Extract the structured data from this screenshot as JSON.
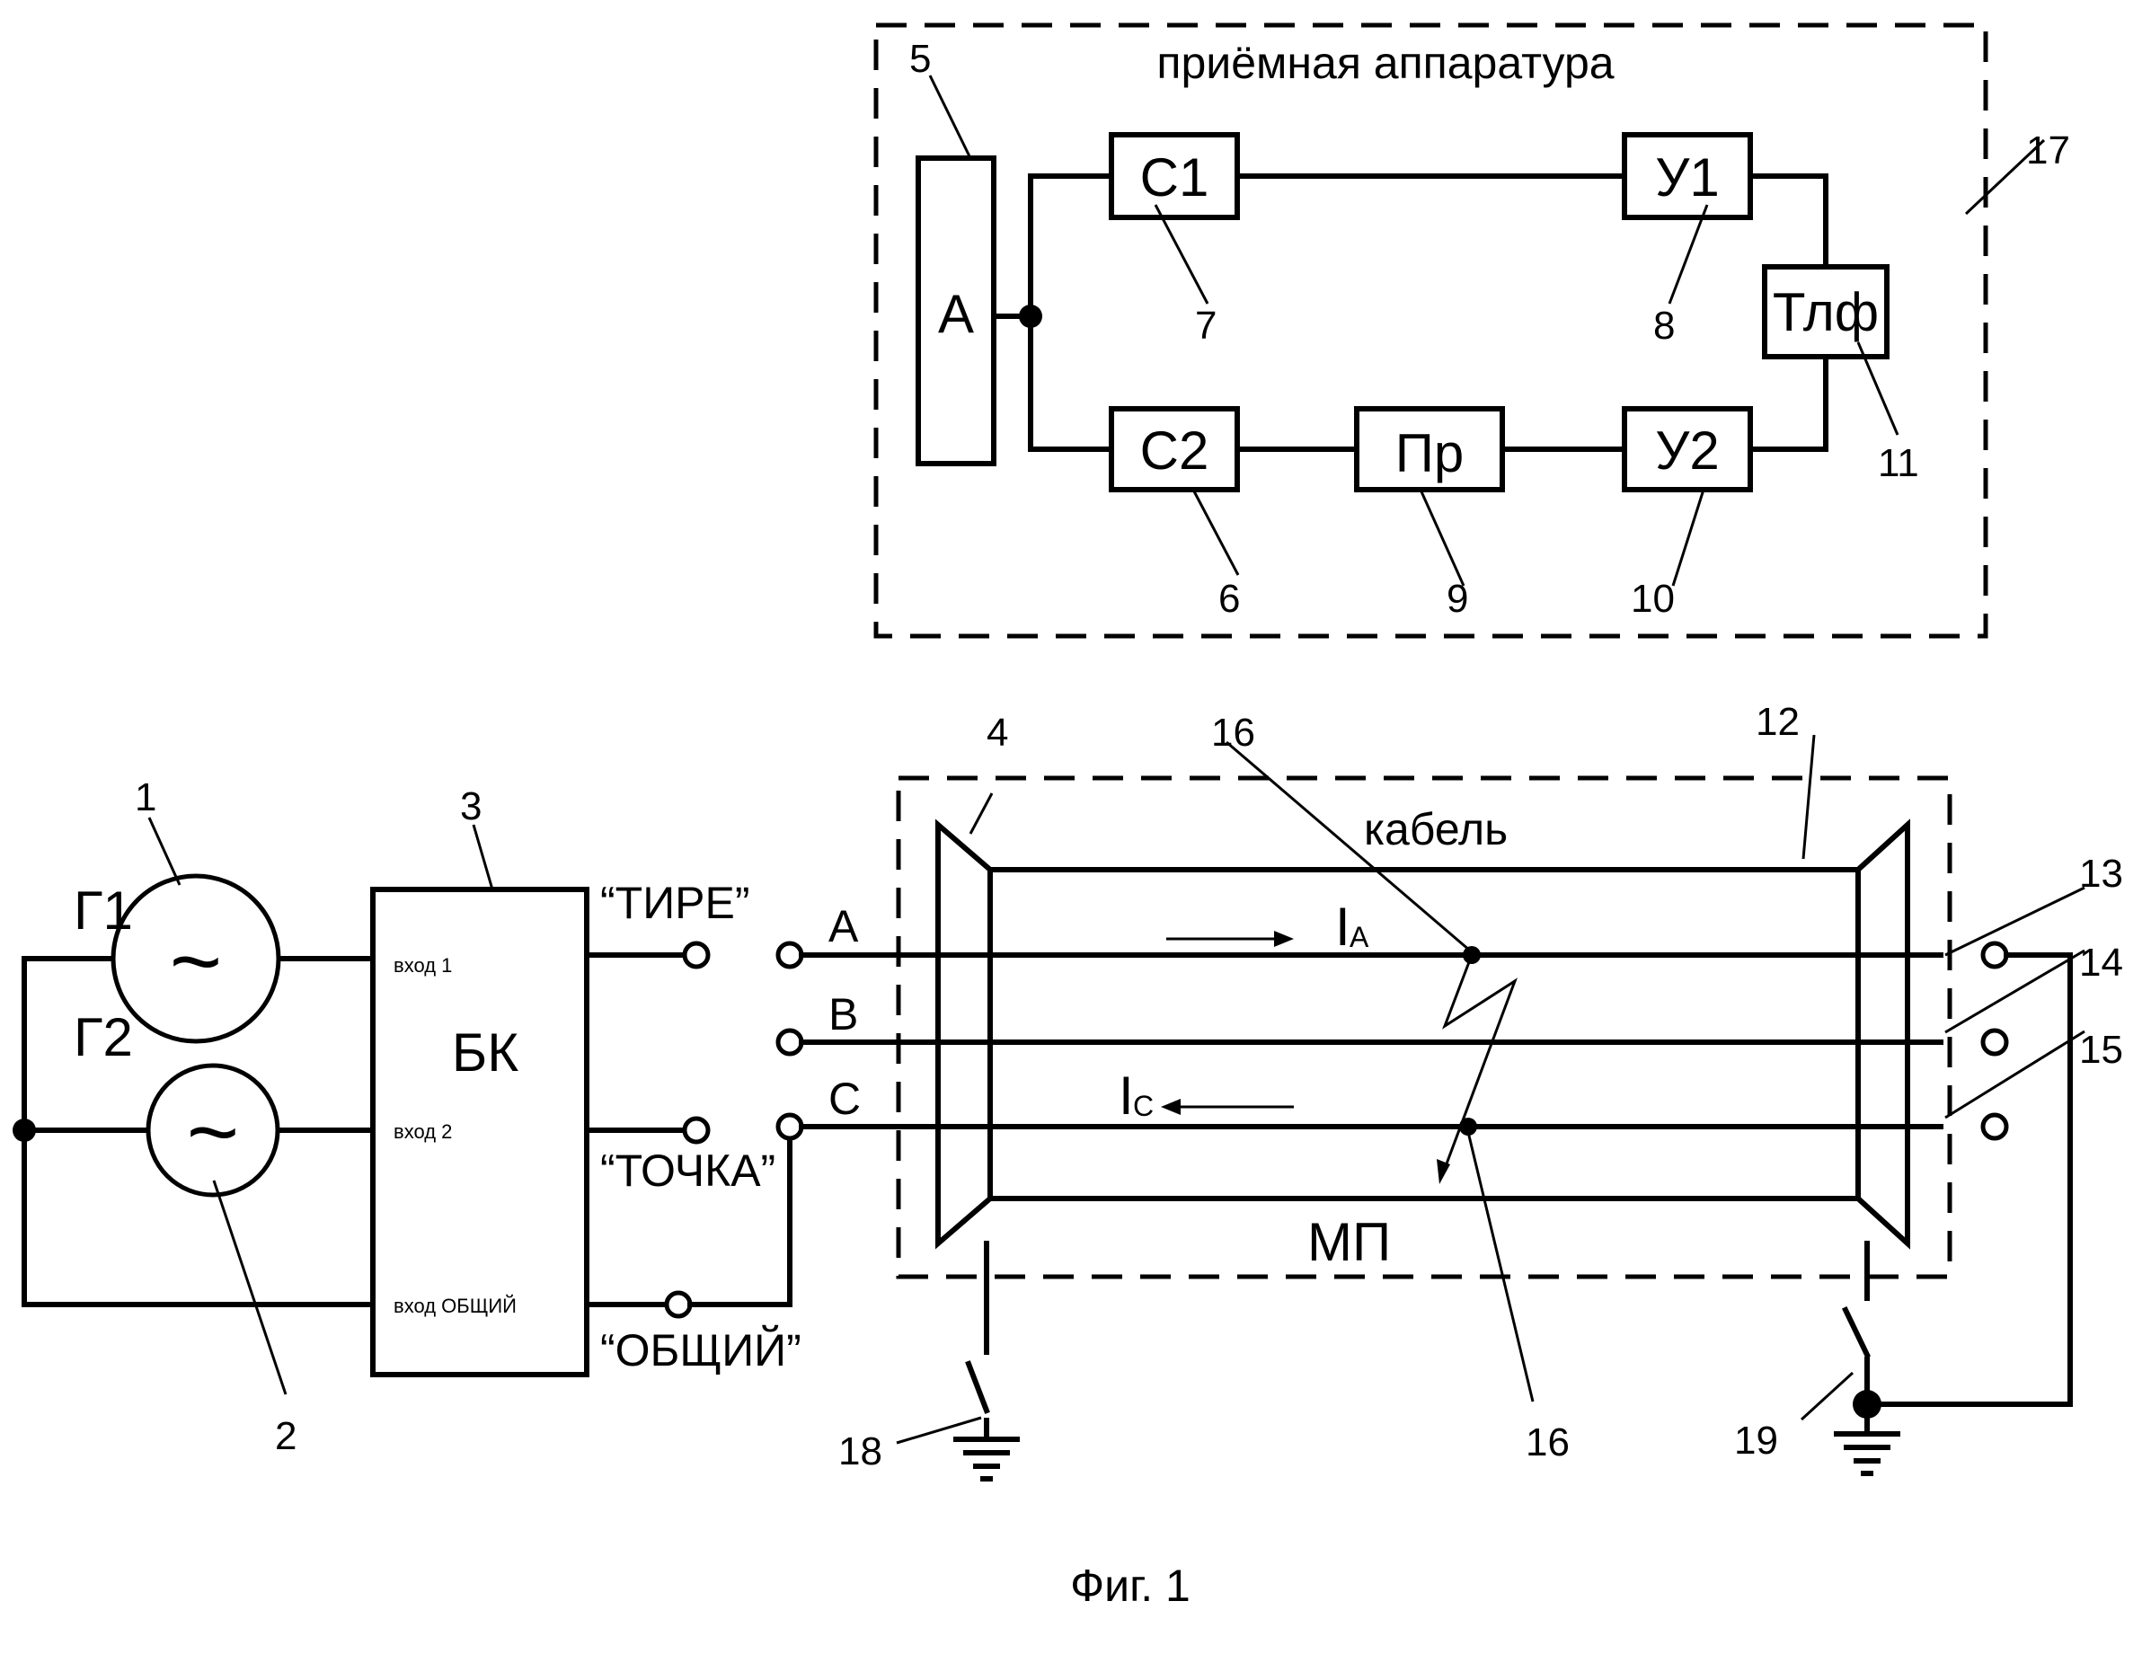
{
  "receiver": {
    "title": "приёмная аппаратура",
    "antenna": "А",
    "filter1": "С1",
    "filter2": "С2",
    "amp1": "У1",
    "amp2": "У2",
    "converter": "Пр",
    "phone": "Тлф",
    "refs": {
      "antenna": "5",
      "filter2": "6",
      "filter1": "7",
      "amp1": "8",
      "converter": "9",
      "amp2": "10",
      "phone": "11",
      "enclosure": "17"
    }
  },
  "transmitter": {
    "gen1_label": "Г1",
    "gen2_label": "Г2",
    "gen_symbol": "~",
    "block_label": "БК",
    "input1": "вход 1",
    "input2": "вход 2",
    "input_common": "вход ОБЩИЙ",
    "out_dash": "“ТИРЕ”",
    "out_dot": "“ТОЧКА”",
    "out_common": "“ОБЩИЙ”",
    "refs": {
      "gen1": "1",
      "gen2": "2",
      "block": "3"
    }
  },
  "cable": {
    "label": "кабель",
    "sheath_label": "МП",
    "phase_a": "А",
    "phase_b": "В",
    "phase_c": "С",
    "current_a": "I",
    "current_a_sub": "А",
    "current_c": "I",
    "current_c_sub": "С",
    "refs": {
      "left_end": "4",
      "right_end": "12",
      "term_a": "13",
      "term_b": "14",
      "term_c": "15",
      "fault_top": "16",
      "fault_bottom": "16",
      "ground_left": "18",
      "ground_right": "19"
    }
  },
  "caption": "Фиг. 1"
}
